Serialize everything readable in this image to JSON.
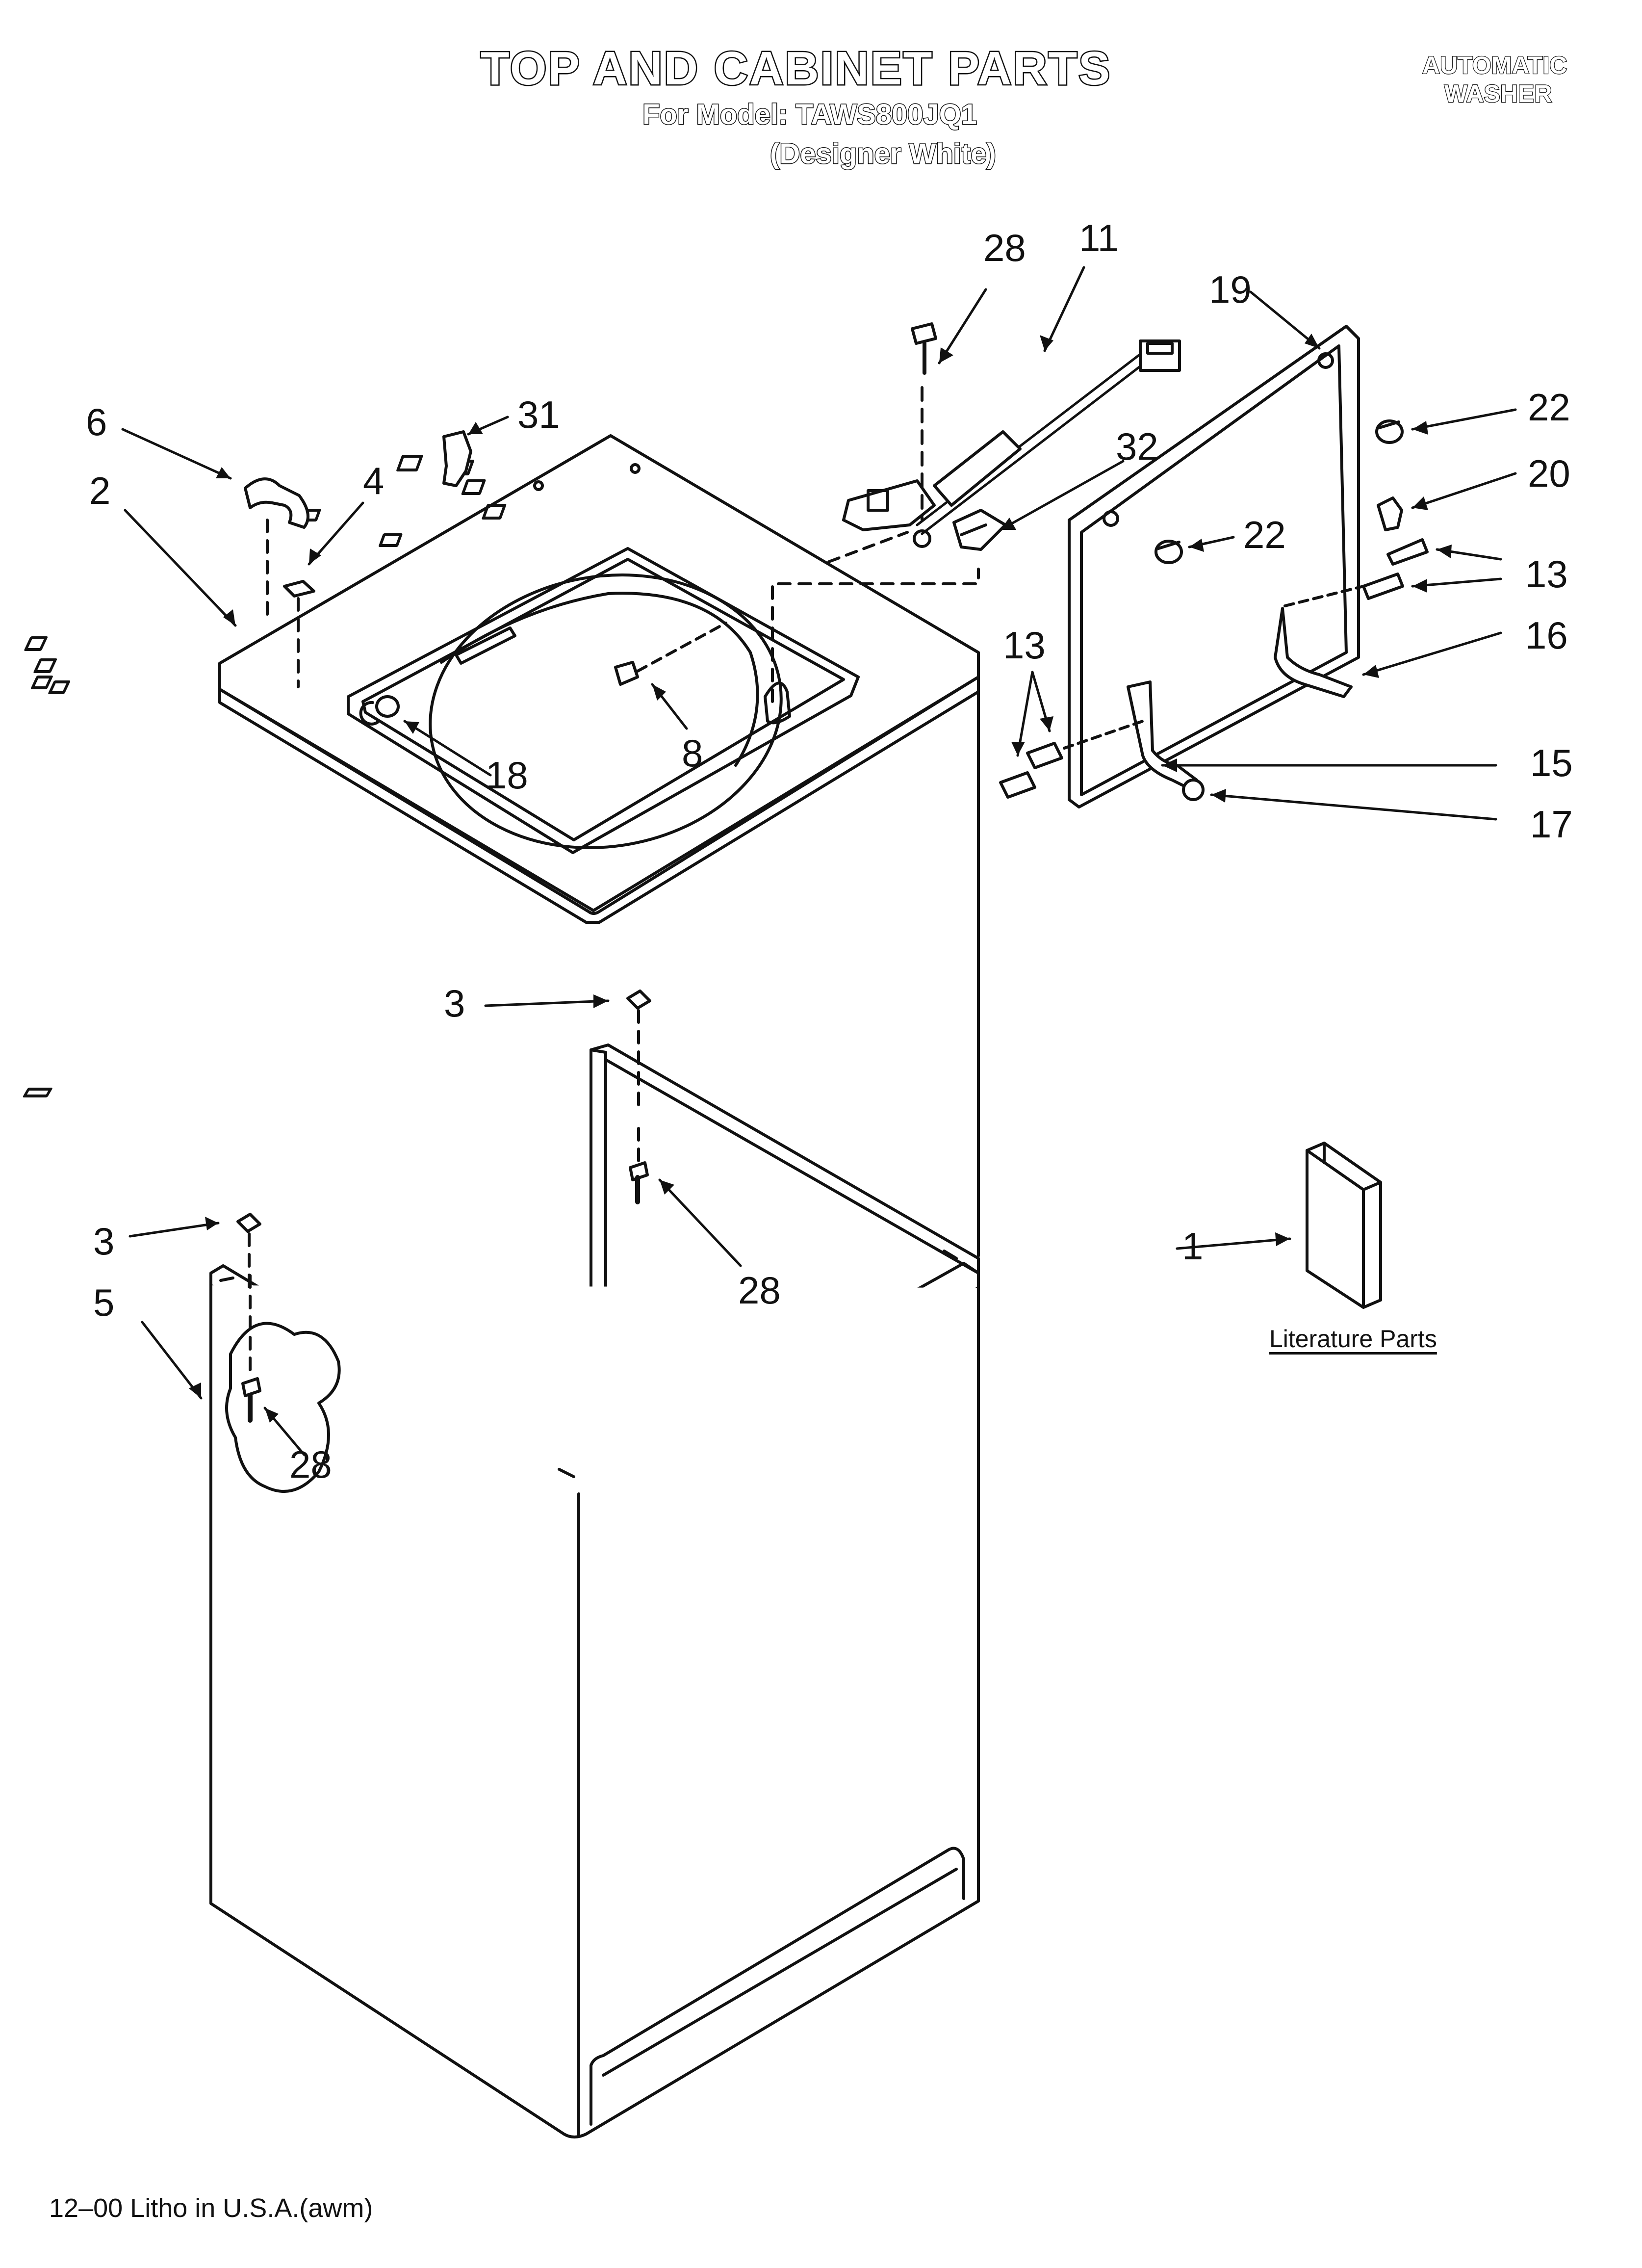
{
  "header": {
    "title": "TOP AND CABINET PARTS",
    "model_line": "For Model: TAWS800JQ1",
    "color_line": "(Designer White)",
    "corner_line1": "AUTOMATIC",
    "corner_line2": "WASHER"
  },
  "callouts": {
    "c28_top": "28",
    "c11": "11",
    "c19": "19",
    "c22_right": "22",
    "c20": "20",
    "c6": "6",
    "c31": "31",
    "c32": "32",
    "c2": "2",
    "c4": "4",
    "c22_mid": "22",
    "c13_right": "13",
    "c16": "16",
    "c13_left": "13",
    "c8": "8",
    "c18": "18",
    "c15": "15",
    "c17": "17",
    "c3_top": "3",
    "c3_left": "3",
    "c5": "5",
    "c28_mid": "28",
    "c28_low": "28",
    "c1": "1"
  },
  "literature_label": "Literature Parts",
  "footer": "12–00 Litho in U.S.A.(awm)"
}
